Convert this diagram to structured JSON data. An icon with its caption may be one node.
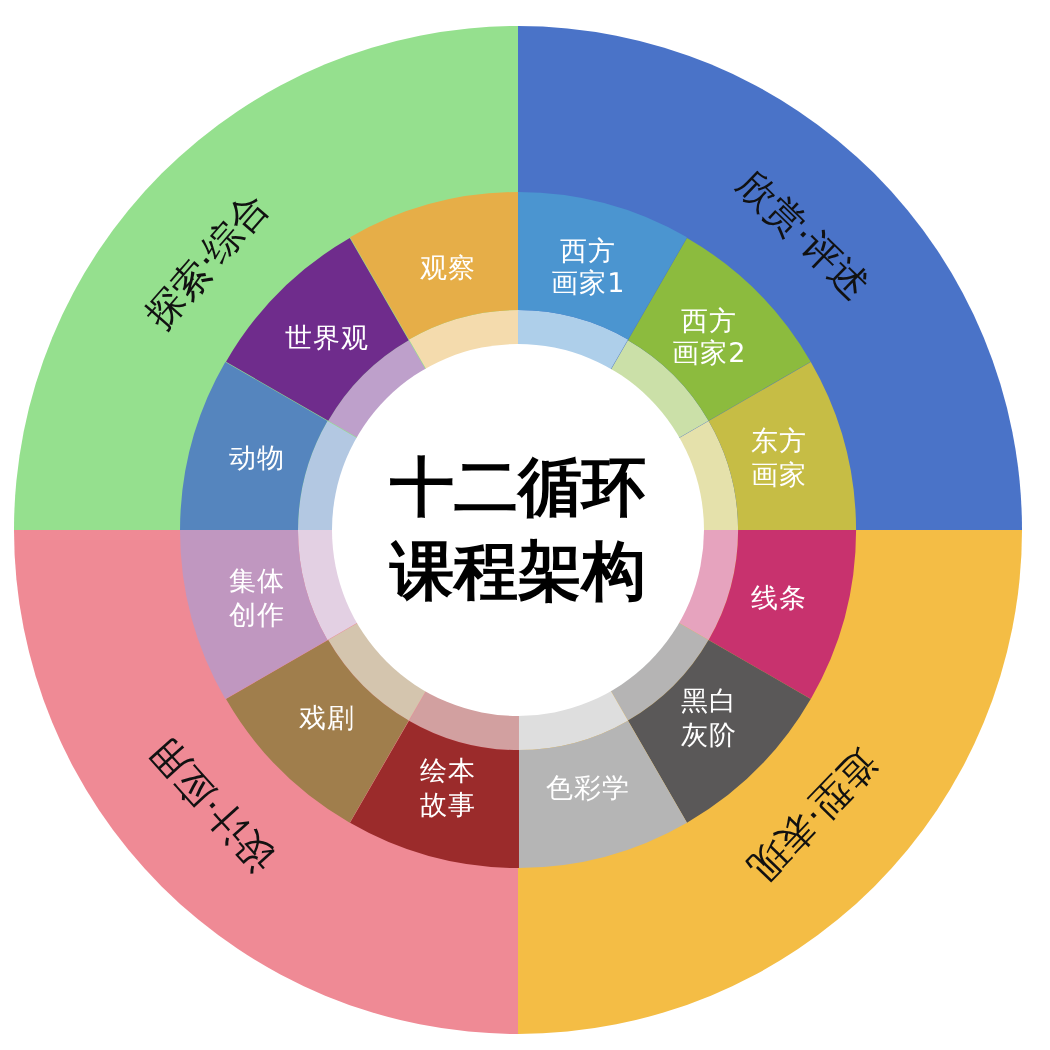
{
  "diagram": {
    "nodes": [
      {
        "text": [
          "十二循环课程架构"
        ]
      },
      {
        "text": [
          "探索·综合"
        ]
      },
      {
        "text": [
          "动物"
        ],
        "in": 1
      },
      {
        "text": [
          "世界观"
        ],
        "in": 1
      },
      {
        "text": [
          "观察"
        ],
        "in": 1
      },
      {
        "text": [
          "欣赏·评述"
        ]
      },
      {
        "text": [
          "西方画家1"
        ],
        "in": 5
      },
      {
        "text": [
          "西方画家2"
        ],
        "in": 5
      },
      {
        "text": [
          "东方画家"
        ],
        "in": 5
      },
      {
        "text": [
          "造型·表现"
        ]
      },
      {
        "text": [
          "线条"
        ],
        "in": 9
      },
      {
        "text": [
          "黑白灰阶"
        ],
        "in": 9
      },
      {
        "text": [
          "色彩学"
        ],
        "in": 9
      },
      {
        "text": [
          "设计·应用"
        ]
      },
      {
        "text": [
          "绘本故事"
        ],
        "in": 13
      },
      {
        "text": [
          "戏剧"
        ],
        "in": 13
      },
      {
        "text": [
          "集体创作"
        ],
        "in": 13
      }
    ]
  }
}
